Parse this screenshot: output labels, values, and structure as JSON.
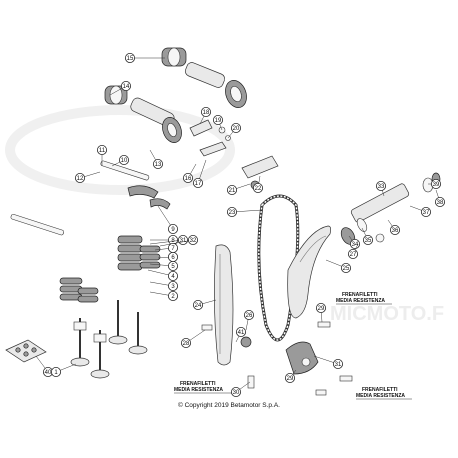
{
  "watermark": "MICMOTO.F",
  "copyright": "© Copyright 2019 Betamotor S.p.A.",
  "notes": [
    {
      "id": "note-1",
      "line1": "FRENAFILETTI",
      "line2": "MEDIA RESISTENZA"
    },
    {
      "id": "note-2",
      "line1": "FRENAFILETTI",
      "line2": "MEDIA RESISTENZA"
    },
    {
      "id": "note-3",
      "line1": "FRENAFILETTI",
      "line2": "MEDIA RESISTENZA"
    }
  ],
  "callouts": [
    "15",
    "14",
    "18",
    "19",
    "20",
    "13",
    "10",
    "11",
    "12",
    "16",
    "17",
    "21",
    "22",
    "23",
    "9",
    "8",
    "31",
    "32",
    "7",
    "6",
    "5",
    "4",
    "3",
    "2",
    "24",
    "26",
    "41",
    "28",
    "30",
    "29",
    "25",
    "31",
    "29",
    "34",
    "35",
    "33",
    "36",
    "37",
    "38",
    "39",
    "40",
    "1",
    "27"
  ]
}
